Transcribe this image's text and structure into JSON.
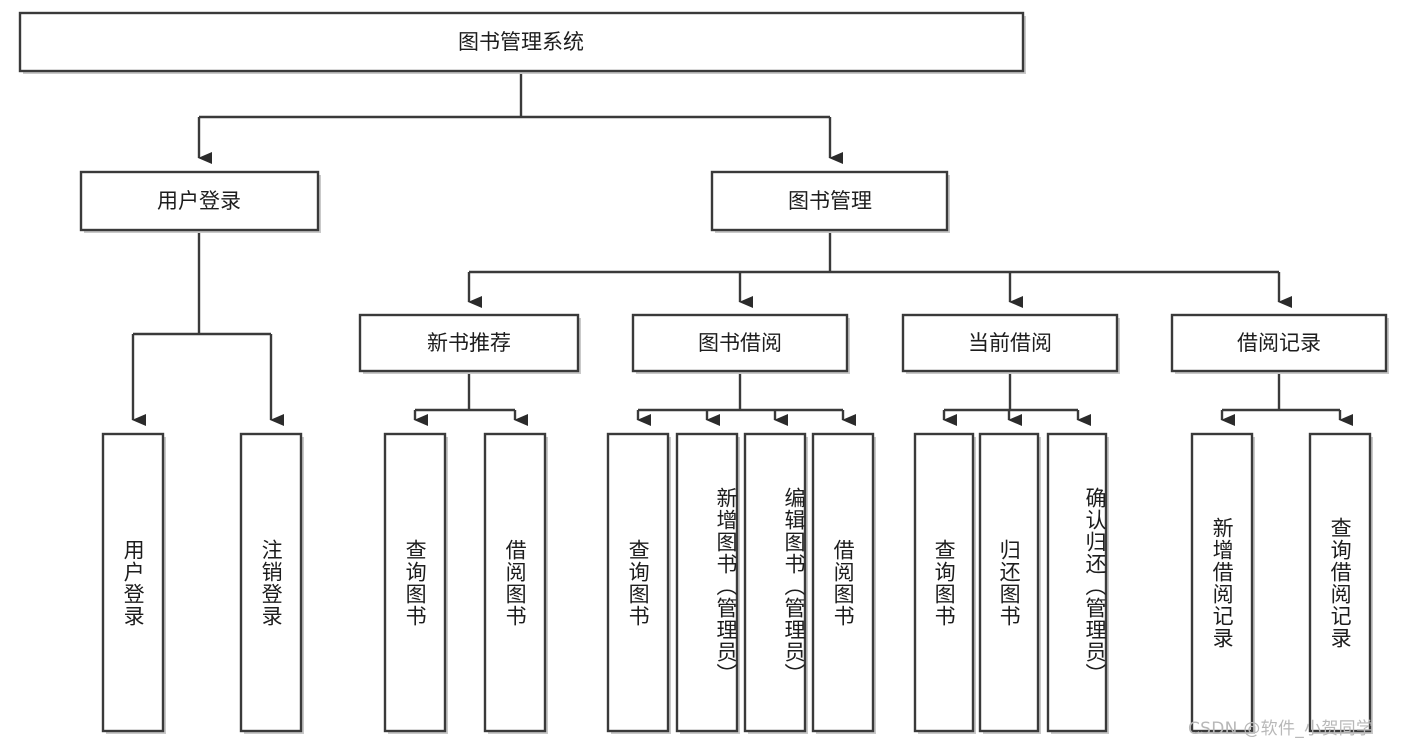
{
  "diagram": {
    "title": "图书管理系统",
    "type": "tree",
    "orientation": "top-down",
    "colors": {
      "box_stroke": "#3a3a3a",
      "box_fill": "#ffffff",
      "link": "#3a3a3a",
      "text": "#1d1d1d",
      "watermark": "#b8b8b8",
      "background": "#ffffff"
    },
    "root": {
      "label": "图书管理系统"
    },
    "level2": [
      {
        "id": "user-login",
        "label": "用户登录"
      },
      {
        "id": "book-management",
        "label": "图书管理"
      }
    ],
    "level3": [
      {
        "id": "new-book-recommend",
        "label": "新书推荐",
        "parent": "book-management"
      },
      {
        "id": "book-borrow",
        "label": "图书借阅",
        "parent": "book-management"
      },
      {
        "id": "current-borrow",
        "label": "当前借阅",
        "parent": "book-management"
      },
      {
        "id": "borrow-record",
        "label": "借阅记录",
        "parent": "book-management"
      }
    ],
    "leaves": [
      {
        "id": "leaf-user-login",
        "label": "用户登录",
        "parent": "user-login"
      },
      {
        "id": "leaf-logout-login",
        "label": "注销登录",
        "parent": "user-login"
      },
      {
        "id": "leaf-query-book-1",
        "label": "查询图书",
        "parent": "new-book-recommend"
      },
      {
        "id": "leaf-borrow-book-1",
        "label": "借阅图书",
        "parent": "new-book-recommend"
      },
      {
        "id": "leaf-query-book-2",
        "label": "查询图书",
        "parent": "book-borrow"
      },
      {
        "id": "leaf-add-book",
        "label": "新增图书（管理员）",
        "parent": "book-borrow"
      },
      {
        "id": "leaf-edit-book",
        "label": "编辑图书（管理员）",
        "parent": "book-borrow"
      },
      {
        "id": "leaf-borrow-book-2",
        "label": "借阅图书",
        "parent": "book-borrow"
      },
      {
        "id": "leaf-query-book-3",
        "label": "查询图书",
        "parent": "current-borrow"
      },
      {
        "id": "leaf-return-book",
        "label": "归还图书",
        "parent": "current-borrow"
      },
      {
        "id": "leaf-confirm-return",
        "label": "确认归还（管理员）",
        "parent": "current-borrow"
      },
      {
        "id": "leaf-add-record",
        "label": "新增借阅记录",
        "parent": "borrow-record"
      },
      {
        "id": "leaf-query-record",
        "label": "查询借阅记录",
        "parent": "borrow-record"
      }
    ]
  },
  "watermark": {
    "text": "CSDN @软件_小贺同学"
  }
}
